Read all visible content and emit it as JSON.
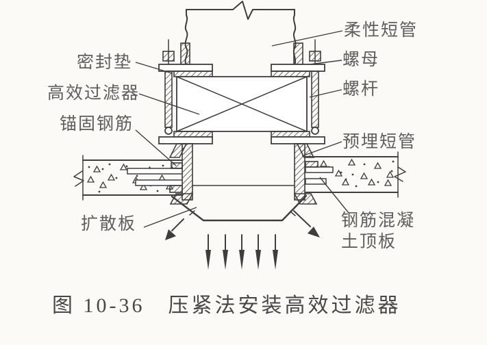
{
  "figure": {
    "caption": "图 10-36　压紧法安装高效过滤器",
    "labels": {
      "sealing_gasket": "密封垫",
      "hepa_filter": "高效过滤器",
      "anchor_rebar": "锚固钢筋",
      "diffuser_plate": "扩散板",
      "flexible_duct": "柔性短管",
      "nut": "螺母",
      "screw_rod": "螺杆",
      "embedded_pipe": "预埋短管",
      "rc_roof_slab": "钢筋混凝\n土顶板"
    },
    "colors": {
      "paper": "#fbfaf7",
      "ink": "#3d3d3d",
      "label_ink": "#5e5e5e",
      "caption_ink": "#474747"
    }
  }
}
